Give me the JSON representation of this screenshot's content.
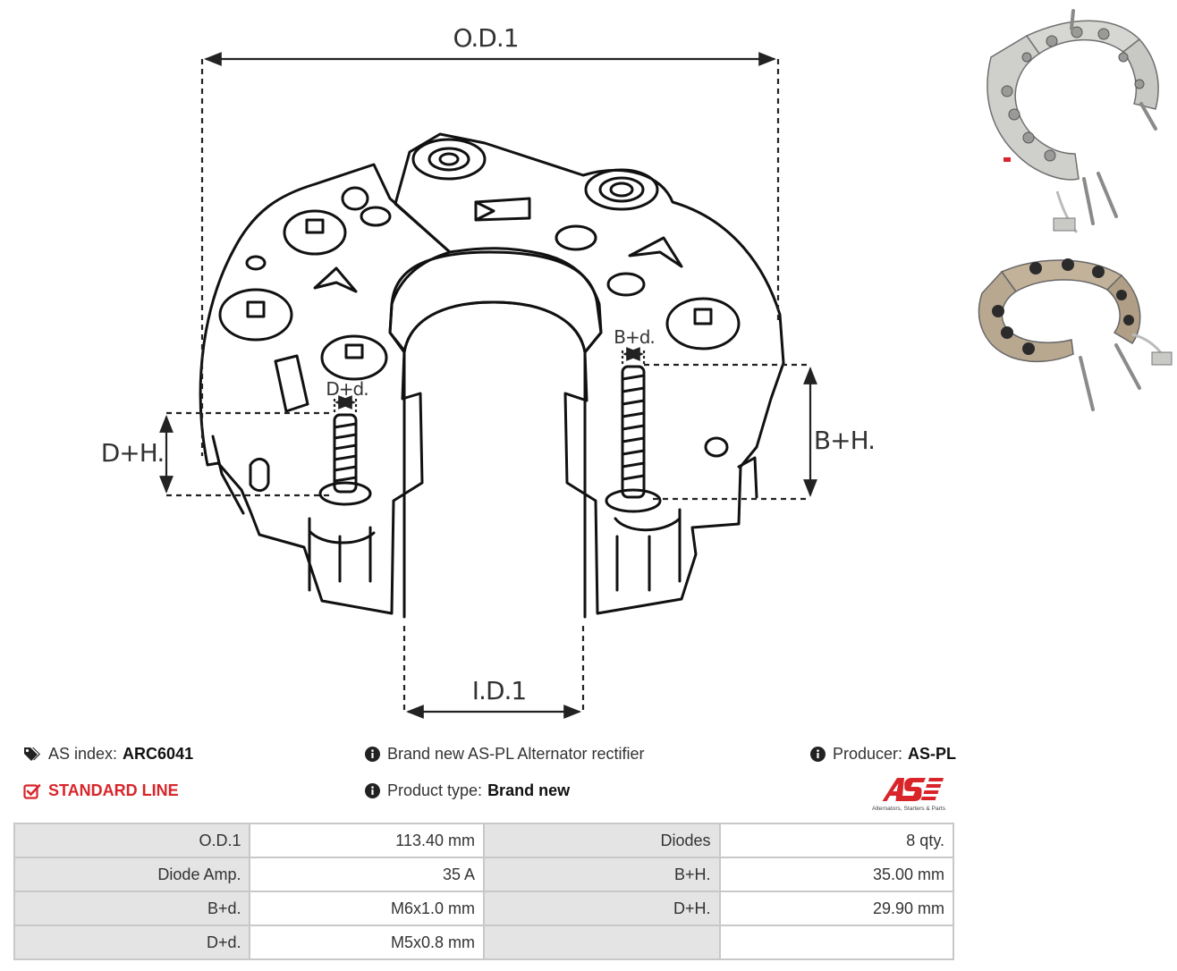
{
  "drawing": {
    "labels": {
      "od": "O.D.1",
      "id": "I.D.1",
      "bd": "B+d.",
      "dd": "D+d.",
      "bh": "B+H.",
      "dh": "D+H."
    }
  },
  "info": {
    "index_label": "AS index:",
    "index_value": "ARC6041",
    "line_label": "STANDARD LINE",
    "description": "Brand new AS-PL Alternator rectifier",
    "type_label": "Product type:",
    "type_value": "Brand new",
    "producer_label": "Producer:",
    "producer_value": "AS-PL"
  },
  "logo": {
    "mark": "AS",
    "tagline": "Alternators, Starters & Parts",
    "color": "#d9252a"
  },
  "specs": [
    [
      {
        "k": "O.D.1",
        "v": "113.40 mm"
      },
      {
        "k": "Diodes",
        "v": "8 qty."
      }
    ],
    [
      {
        "k": "Diode Amp.",
        "v": "35 A"
      },
      {
        "k": "B+H.",
        "v": "35.00 mm"
      }
    ],
    [
      {
        "k": "B+d.",
        "v": "M6x1.0 mm"
      },
      {
        "k": "D+H.",
        "v": "29.90 mm"
      }
    ],
    [
      {
        "k": "D+d.",
        "v": "M5x0.8 mm"
      },
      {
        "k": "",
        "v": ""
      }
    ]
  ],
  "icons": [
    "tags-icon",
    "check-square-icon",
    "info-icon"
  ]
}
